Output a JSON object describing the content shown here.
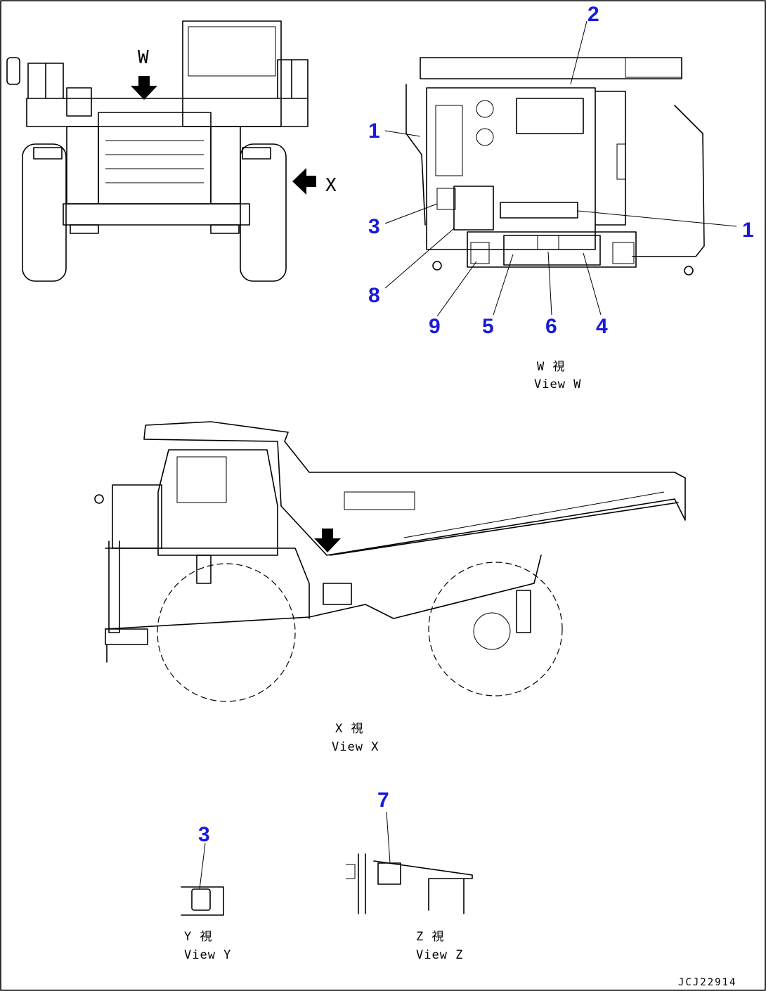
{
  "view_markers": {
    "w": "W",
    "x": "X"
  },
  "callouts": {
    "c1a": "1",
    "c1b": "1",
    "c2": "2",
    "c3": "3",
    "c8": "8",
    "c9": "9",
    "c5": "5",
    "c6": "6",
    "c4": "4",
    "c7": "7",
    "c3b": "3"
  },
  "captions": {
    "w_jp": "W 視",
    "w_en": "View W",
    "x_jp": "X 視",
    "x_en": "View X",
    "y_jp": "Y 視",
    "y_en": "View Y",
    "z_jp": "Z 視",
    "z_en": "View Z"
  },
  "doc_id": "JCJ22914"
}
